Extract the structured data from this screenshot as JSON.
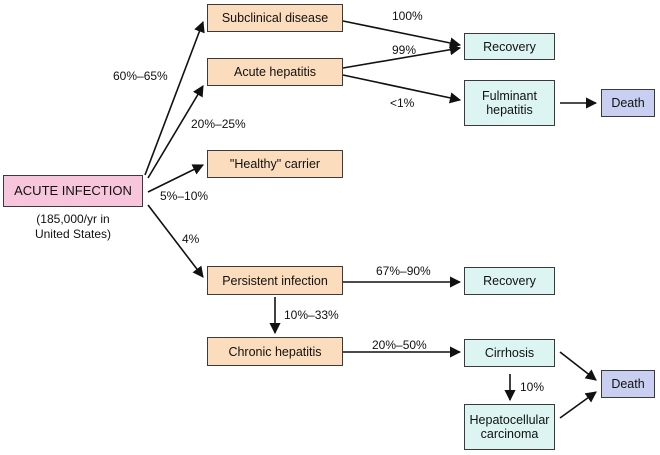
{
  "nodes": {
    "acute_infection": "ACUTE INFECTION",
    "acute_infection_note": "(185,000/yr in\nUnited States)",
    "subclinical_disease": "Subclinical disease",
    "acute_hepatitis": "Acute hepatitis",
    "healthy_carrier": "\"Healthy\" carrier",
    "persistent_infection": "Persistent infection",
    "chronic_hepatitis": "Chronic hepatitis",
    "recovery_1": "Recovery",
    "fulminant_hepatitis": "Fulminant\nhepatitis",
    "death_1": "Death",
    "recovery_2": "Recovery",
    "cirrhosis": "Cirrhosis",
    "hepatocellular_carcinoma": "Hepatocellular\ncarcinoma",
    "death_2": "Death"
  },
  "edge_labels": {
    "to_subclinical_or_acute": "60%–65%",
    "to_acute_hepatitis": "20%–25%",
    "to_healthy_carrier": "5%–10%",
    "to_persistent_infection": "4%",
    "subclinical_to_recovery": "100%",
    "acute_to_recovery": "99%",
    "acute_to_fulminant": "<1%",
    "persistent_to_recovery": "67%–90%",
    "persistent_to_chronic": "10%–33%",
    "chronic_to_cirrhosis": "20%–50%",
    "cirrhosis_to_carcinoma": "10%"
  },
  "colors": {
    "start_node": "#f7c6dc",
    "stage_node": "#fbdcbc",
    "outcome_node": "#dcf5f3",
    "death_node": "#c9cff0",
    "line": "#111111"
  }
}
